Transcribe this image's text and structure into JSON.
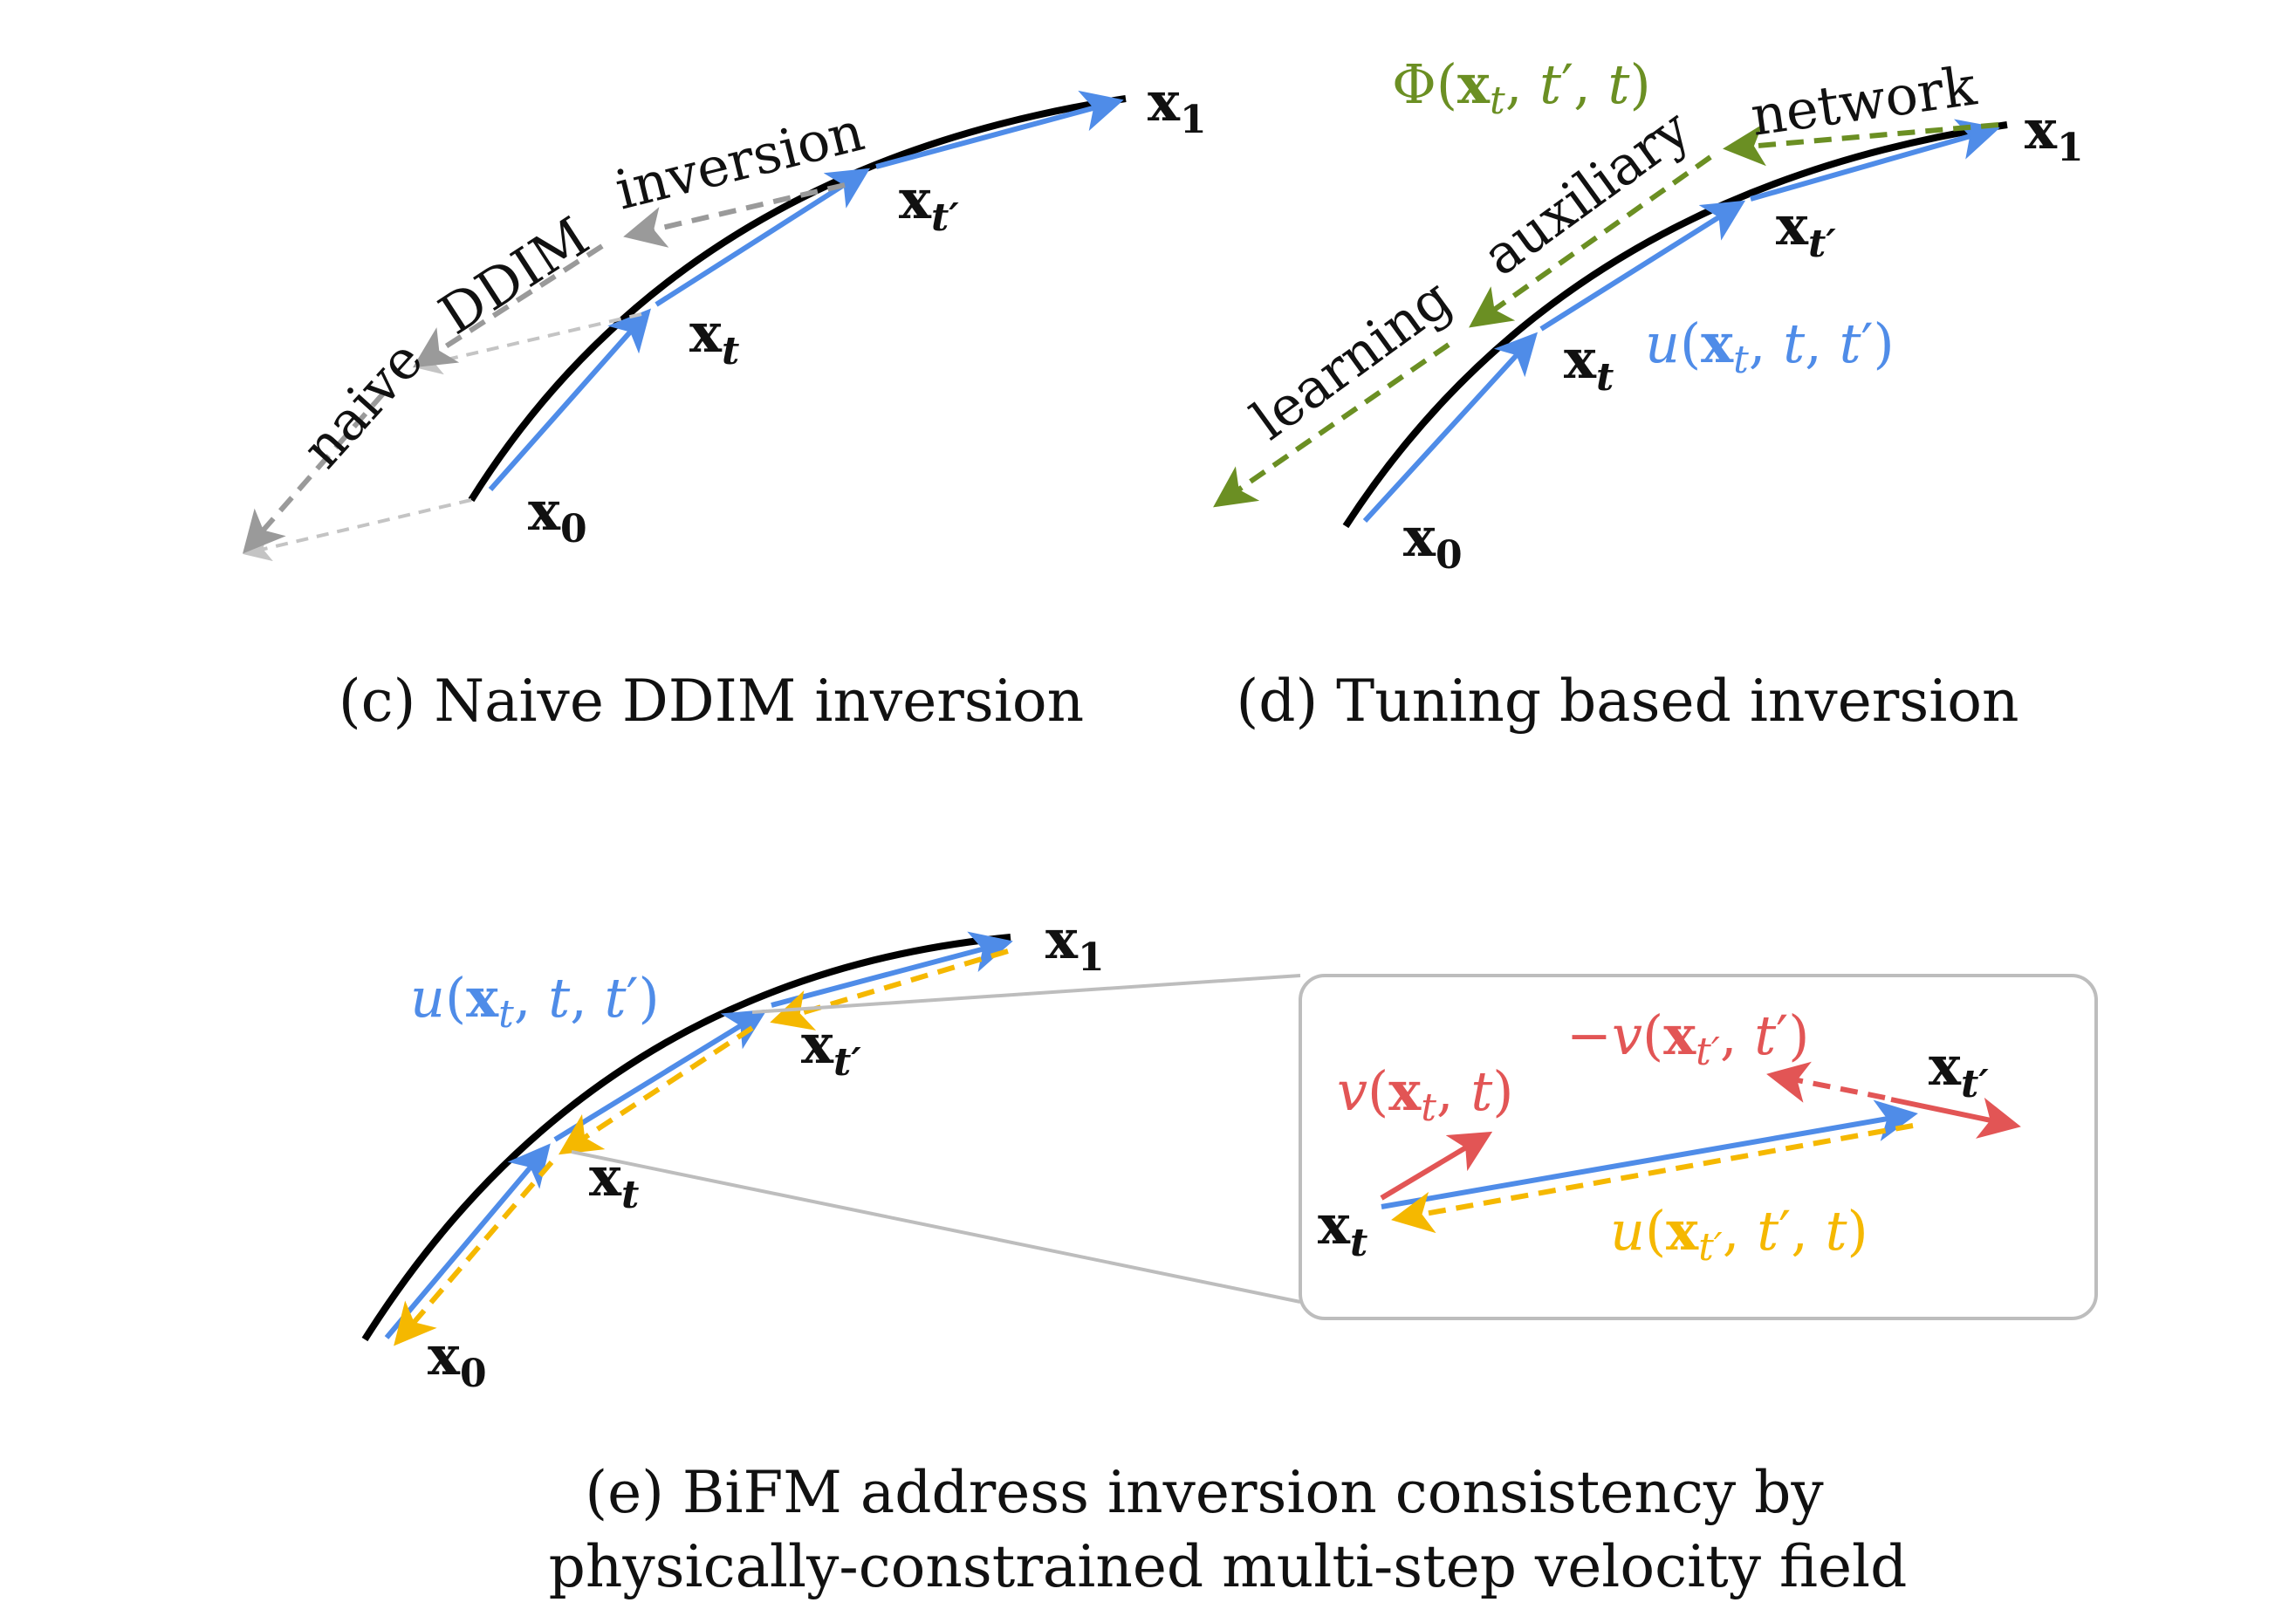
{
  "colors": {
    "curve": "#000000",
    "blue": "#4f8ce8",
    "gray": "#9a9a9a",
    "light_gray": "#c4c4c4",
    "green": "#6b8f23",
    "yellow": "#f5b800",
    "red": "#e25555",
    "box_border": "#bdbdbd"
  },
  "panel_c": {
    "caption": "(c) Naive DDIM inversion",
    "words": [
      "naive",
      "DDIM",
      "inversion"
    ]
  },
  "panel_d": {
    "caption": "(d) Tuning based inversion",
    "words": [
      "learning",
      "auxiliary",
      "network"
    ],
    "phi_label": "Φ(x_t, t′, t)",
    "u_label": "u(x_t, t, t′)"
  },
  "panel_e": {
    "caption_line1": "(e) BiFM address inversion consistency by",
    "caption_line2": "physically-constrained multi-step velocity field",
    "u_forward_label": "u(x_t, t, t′)",
    "inset": {
      "v_label": "v(x_t, t)",
      "neg_v_label": "−v(x_t′, t′)",
      "u_backward_label": "u(x_t′, t′, t)"
    }
  },
  "points": {
    "x0": "x0",
    "xt": "xt",
    "xtp": "xt′",
    "x1": "x1"
  }
}
